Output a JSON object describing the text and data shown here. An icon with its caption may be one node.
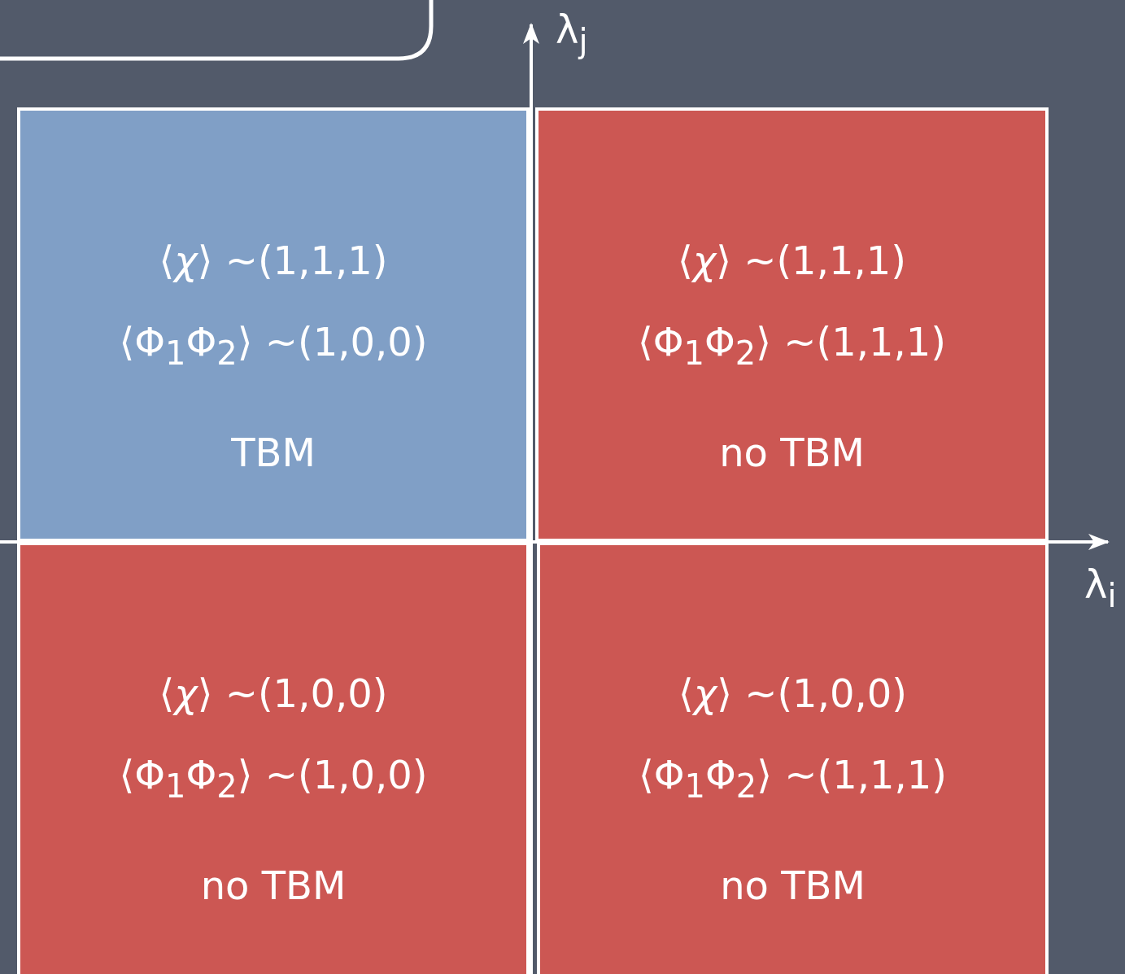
{
  "diagram": {
    "nodes": [
      {
        "text": [
          "⟨*χ*⟩ ~(1,1,1)",
          "⟨Φ$_{1}$Φ$_{2}$⟩ ~(1,0,0)",
          "TBM"
        ]
      },
      {
        "text": [
          "⟨*χ*⟩ ~(1,1,1)",
          "⟨Φ$_{1}$Φ$_{2}$⟩ ~(1,1,1)",
          "no TBM"
        ]
      },
      {
        "text": [
          "⟨*χ*⟩ ~(1,0,0)",
          "⟨Φ$_{1}$Φ$_{2}$⟩ ~(1,0,0)",
          "no TBM"
        ]
      },
      {
        "text": [
          "⟨*χ*⟩ ~(1,0,0)",
          "⟨Φ$_{1}$Φ$_{2}$⟩ ~(1,1,1)",
          "no TBM"
        ]
      }
    ],
    "labels": [
      "λ$_{j}$",
      "λ$_{i}$"
    ]
  }
}
